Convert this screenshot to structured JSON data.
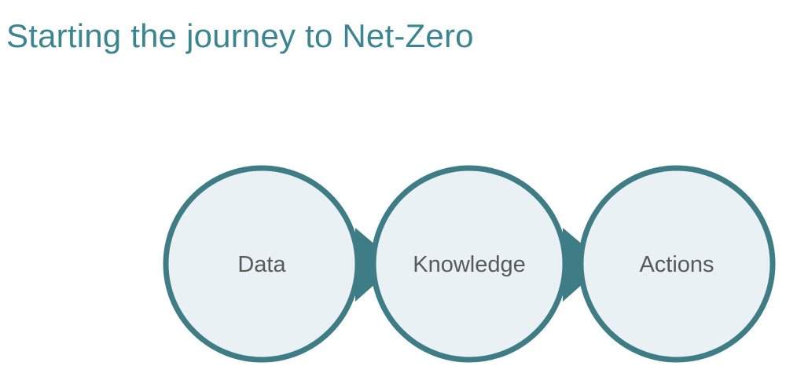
{
  "slide": {
    "title": "Starting the journey to Net-Zero"
  },
  "diagram": {
    "steps": [
      {
        "label": "Data"
      },
      {
        "label": "Knowledge"
      },
      {
        "label": "Actions"
      }
    ]
  },
  "colors": {
    "title": "#3b8590",
    "circle_stroke": "#3f7d86",
    "circle_fill": "#eaf1f4",
    "arrow_fill": "#3f7d86",
    "label_text": "#595959"
  }
}
